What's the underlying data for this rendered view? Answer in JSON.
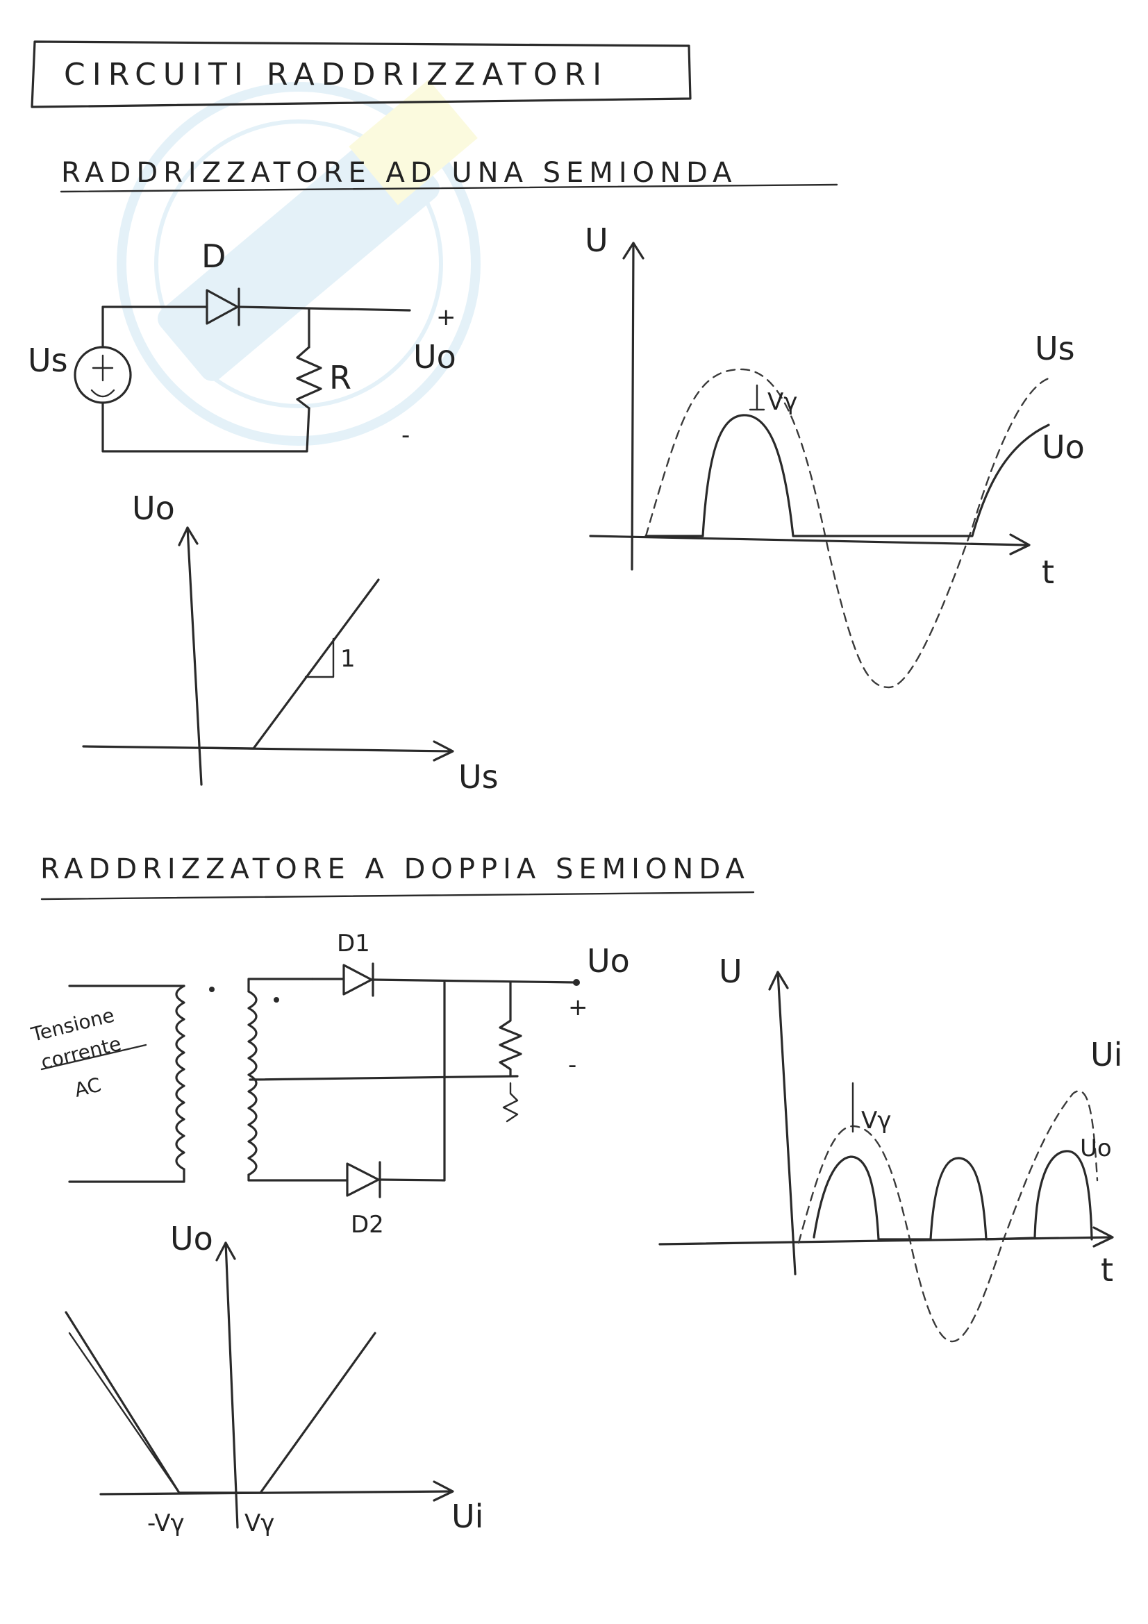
{
  "page_title": "CIRCUITI RADDRIZZATORI",
  "section_half_wave": {
    "title": "RADDRIZZATORE AD UNA SEMIONDA",
    "circuit": {
      "diode": "D",
      "source": "Us",
      "resistor": "R",
      "output": "Uo",
      "plus": "+",
      "minus": "-"
    },
    "waveform": {
      "y_axis": "U",
      "x_axis": "t",
      "input_curve": "Us",
      "output_curve": "Uo",
      "drop": "Vγ"
    },
    "transfer": {
      "y_axis": "Uo",
      "x_axis": "Us",
      "slope": "1"
    }
  },
  "section_full_wave": {
    "title": "RADDRIZZATORE A DOPPIA SEMIONDA",
    "circuit": {
      "diode1": "D1",
      "diode2": "D2",
      "output": "Uo",
      "plus": "+",
      "minus": "-",
      "source_note_1": "Tensione",
      "source_note_2": "corrente",
      "source_note_3": "AC"
    },
    "waveform": {
      "y_axis": "U",
      "x_axis": "t",
      "input_curve": "Ui",
      "output_curve": "Uo",
      "drop": "Vγ"
    },
    "transfer": {
      "y_axis": "Uo",
      "x_axis": "Ui",
      "neg_threshold": "-Vγ",
      "pos_threshold": "Vγ"
    }
  },
  "colors": {
    "ink": "#2a2a2a",
    "watermark": "#9fd0e8"
  }
}
